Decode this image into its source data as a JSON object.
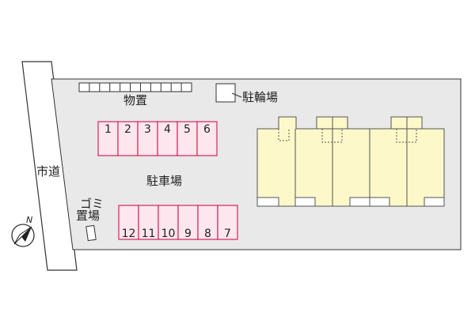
{
  "labels": {
    "storage": "物置",
    "bicycle_parking": "駐輪場",
    "parking": "駐車場",
    "road": "市道",
    "garbage_line1": "ゴミ",
    "garbage_line2": "置場",
    "north": "N"
  },
  "parking_top": [
    "1",
    "2",
    "3",
    "4",
    "5",
    "6"
  ],
  "parking_bottom": [
    "12",
    "11",
    "10",
    "9",
    "8",
    "7"
  ],
  "colors": {
    "lot": "#e9e9e9",
    "parking_fill": "#fde6ee",
    "parking_stroke": "#d4265a",
    "building": "#fdf8c9",
    "outline": "#333333"
  }
}
